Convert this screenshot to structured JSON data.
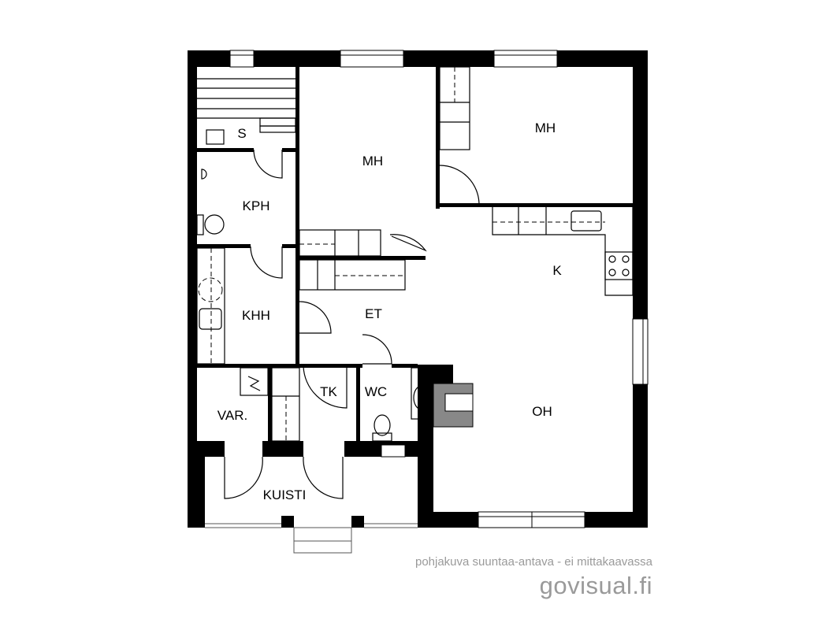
{
  "rooms": {
    "sauna": "S",
    "bedroom_1": "MH",
    "bedroom_2": "MH",
    "bathroom": "KPH",
    "kitchen": "K",
    "utility": "KHH",
    "hall": "ET",
    "closet": "TK",
    "toilet": "WC",
    "storage": "VAR.",
    "living_room": "OH",
    "porch": "KUISTI"
  },
  "footer": {
    "disclaimer": "pohjakuva suuntaa-antava - ei mittakaavassa",
    "brand": "govisual.fi"
  }
}
